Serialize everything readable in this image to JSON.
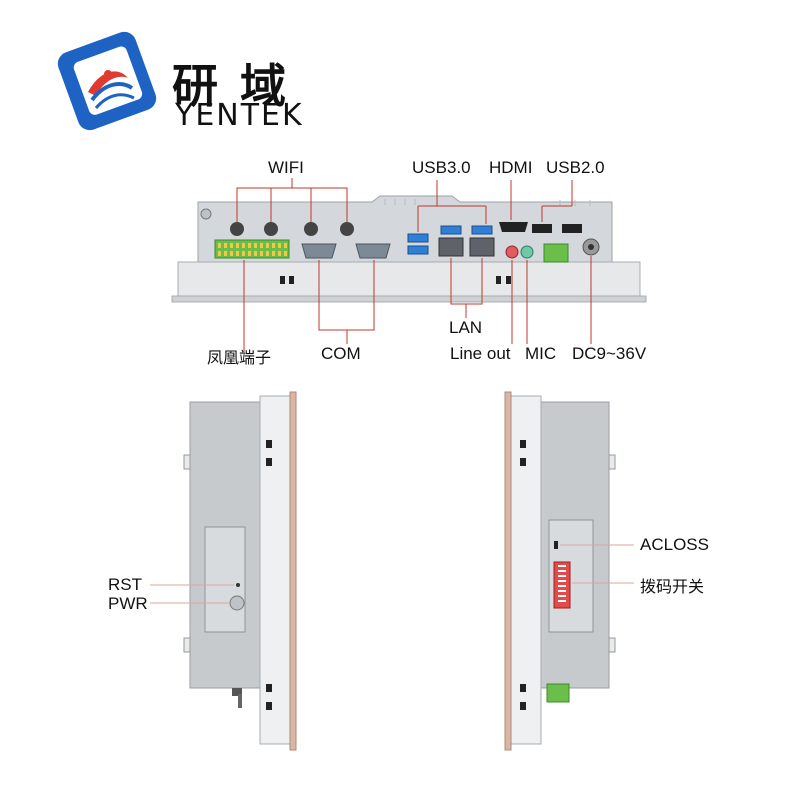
{
  "brand": {
    "name_cn": "研域",
    "name_en": "YENTEK"
  },
  "top_panel": {
    "labels": {
      "wifi": "WIFI",
      "usb3": "USB3.0",
      "hdmi": "HDMI",
      "usb2": "USB2.0",
      "lan": "LAN",
      "phoenix": "凤凰端子",
      "com": "COM",
      "line_out": "Line out",
      "mic": "MIC",
      "dc": "DC9~36V"
    }
  },
  "left_side": {
    "labels": {
      "rst": "RST",
      "pwr": "PWR"
    }
  },
  "right_side": {
    "labels": {
      "acloss": "ACLOSS",
      "dip": "拨码开关"
    }
  },
  "colors": {
    "logo_blue": "#1e63c4",
    "callout_red": "#c0392b",
    "callout_line": "#d9a7a0",
    "chassis": "#c9ccd0",
    "terminal_green": "#6abf4b"
  }
}
